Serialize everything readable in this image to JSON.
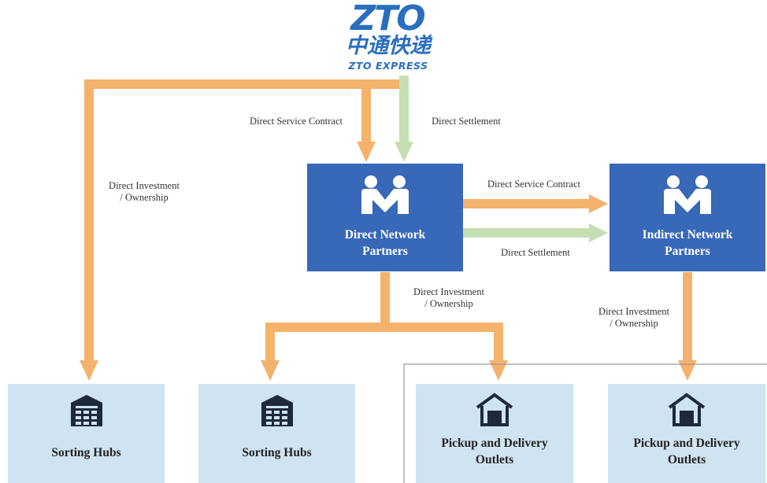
{
  "logo": {
    "brand": "ZTO",
    "chinese": "中通快递",
    "english": "ZTO EXPRESS"
  },
  "edges": {
    "zto_to_direct_contract": "Direct Service Contract",
    "zto_to_direct_settlement": "Direct Settlement",
    "zto_to_sorting_hub": [
      "Direct Investment",
      "/ Ownership"
    ],
    "direct_to_indirect_contract": "Direct Service Contract",
    "direct_to_indirect_settlement": "Direct Settlement",
    "direct_to_hub_outlet": [
      "Direct Investment",
      "/ Ownership"
    ],
    "indirect_to_outlet": [
      "Direct Investment",
      "/ Ownership"
    ]
  },
  "nodes": {
    "direct_partners": [
      "Direct Network",
      "Partners"
    ],
    "indirect_partners": [
      "Indirect Network",
      "Partners"
    ],
    "sorting_hub_1": [
      "Sorting Hubs"
    ],
    "sorting_hub_2": [
      "Sorting Hubs"
    ],
    "outlet_1": [
      "Pickup and Delivery",
      "Outlets"
    ],
    "outlet_2": [
      "Pickup and Delivery",
      "Outlets"
    ]
  },
  "colors": {
    "arrow_orange": "#f4b26c",
    "arrow_green": "#c6dfb2",
    "partner_blue": "#3868b8",
    "hub_light_blue": "#cfe3f1",
    "logo_blue": "#2a6fbf"
  }
}
